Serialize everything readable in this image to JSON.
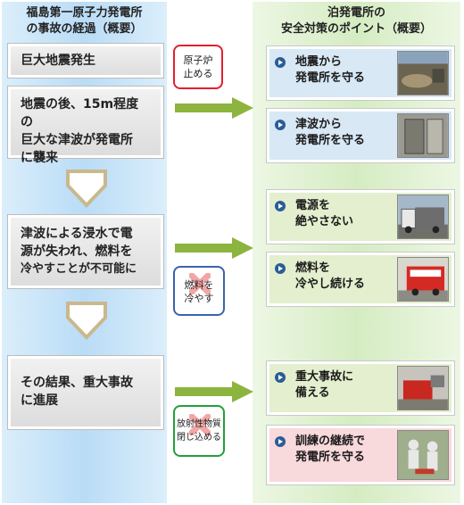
{
  "left": {
    "title_line1": "福島第一原子力発電所",
    "title_line2": "の事故の経過（概要）",
    "steps": [
      {
        "line1": "巨大地震発生"
      },
      {
        "line1": "地震の後、15m程度の",
        "line2": "巨大な津波が発電所",
        "line3": "に襲来"
      },
      {
        "line1": "津波による浸水で電",
        "line2": "源が失われ、燃料を",
        "line3": "冷やすことが不可能に"
      },
      {
        "line1": "その結果、重大事故",
        "line2": "に進展"
      }
    ]
  },
  "tags": [
    {
      "line1": "原子炉",
      "line2": "止める",
      "color": "#e2202e"
    },
    {
      "line1": "燃料を",
      "line2": "冷やす",
      "color": "#3a63ad"
    },
    {
      "line1": "放射性物質",
      "line2": "閉じ込める",
      "color": "#22a03a"
    }
  ],
  "right": {
    "title_line1": "泊発電所の",
    "title_line2": "安全対策のポイント（概要）",
    "cards": [
      {
        "line1": "地震から",
        "line2": "発電所を守る",
        "style": "blue",
        "photo_icon": "construction-site-photo"
      },
      {
        "line1": "津波から",
        "line2": "発電所を守る",
        "style": "blue",
        "photo_icon": "watertight-door-photo"
      },
      {
        "line1": "電源を",
        "line2": "絶やさない",
        "style": "green",
        "photo_icon": "power-truck-photo"
      },
      {
        "line1": "燃料を",
        "line2": "冷やし続ける",
        "style": "green",
        "photo_icon": "fire-truck-photo"
      },
      {
        "line1": "重大事故に",
        "line2": "備える",
        "style": "green",
        "photo_icon": "pump-equipment-photo"
      },
      {
        "line1": "訓練の継続で",
        "line2": "発電所を守る",
        "style": "pink",
        "photo_icon": "training-photo"
      }
    ]
  },
  "colors": {
    "arrow": "#8db43f",
    "down_arrow_fill": "#ffffff",
    "down_arrow_border": "#c9b88d"
  }
}
